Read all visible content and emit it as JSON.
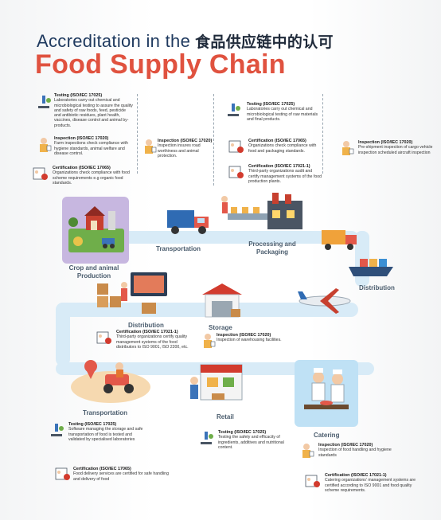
{
  "title": {
    "line1": "Accreditation in the",
    "chinese": "食品供应链中的认可",
    "line2": "Food Supply Chain"
  },
  "colors": {
    "accent_red": "#e0523f",
    "navy": "#1f3a5f",
    "road_blue": "#d8ebf7",
    "label_gray": "#4a5c6d"
  },
  "stages": {
    "crop": "Crop and animal Production",
    "transport1": "Transportation",
    "processing": "Processing and Packaging",
    "distribution1": "Distribution",
    "distribution2": "Distribution",
    "storage": "Storage",
    "transport2": "Transportation",
    "retail": "Retail",
    "catering": "Catering"
  },
  "info": {
    "crop_testing": {
      "title": "Testing (ISO/IEC 17025)",
      "text": "Laboratories carry out chemical and microbiological testing to assure the quality and safety of raw foods, feed, pesticide and antibiotic residues, plant health, vaccines, disease control and animal by-products.",
      "icon": "microscope-icon"
    },
    "crop_inspection": {
      "title": "Inspection (ISO/IEC 17020)",
      "text": "Farm inspections check compliance with hygiene standards, animal welfare and disease control.",
      "icon": "inspector-icon"
    },
    "crop_certification": {
      "title": "Certification (ISO/IEC 17065)",
      "text": "Organizations check compliance with food scheme requirements e.g organic food standards.",
      "icon": "certificate-icon"
    },
    "transport_inspection": {
      "title": "Inspection (ISO/IEC 17020)",
      "text": "Inspection insures road worthiness and animal protection.",
      "icon": "inspector-icon"
    },
    "proc_testing": {
      "title": "Testing (ISO/IEC 17025)",
      "text": "Laboratories carry out chemical and microbiological testing of raw materials and final products.",
      "icon": "microscope-icon"
    },
    "proc_cert_17065": {
      "title": "Certification (ISO/IEC 17065)",
      "text": "Organizations check compliance with food and packaging standards.",
      "icon": "certificate-icon"
    },
    "proc_cert_17021": {
      "title": "Certification (ISO/IEC 17021-1)",
      "text": "Third-party organizations audit and certify management systems of the food production plants.",
      "icon": "certificate-icon"
    },
    "dist_inspection": {
      "title": "Inspection (ISO/IEC 17020)",
      "text": "Pre-shipment inspection of cargo vehicle inspection scheduled aircraft inspection",
      "icon": "inspector-icon"
    },
    "distr_certification": {
      "title": "Certification (ISO/IEC 17021-1)",
      "text": "Third-party organizations certify quality management systems of the food distributors to ISO 9001, ISO 2200, etc.",
      "icon": "certificate-icon"
    },
    "storage_inspection": {
      "title": "Inspection (ISO/IEC 17020)",
      "text": "Inspection of warehousing facilities.",
      "icon": "inspector-icon"
    },
    "transport2_testing": {
      "title": "Testing (ISO/IEC 17025)",
      "text": "Software managing the storage and safe transportation of food is tested and validated by specialised laboratories",
      "icon": "microscope-icon"
    },
    "transport2_certification": {
      "title": "Certification (ISO/IEC 17065)",
      "text": "Food delivery services are certified for safe handling and delivery of food",
      "icon": "certificate-icon"
    },
    "retail_testing": {
      "title": "Testing (ISO/IEC 17025)",
      "text": "Testing the safety and efficacity of ingredients, additives and nutritional content.",
      "icon": "microscope-icon"
    },
    "catering_inspection": {
      "title": "Inspection (ISO/IEC 17020)",
      "text": "Inspection of food handling and hygiene standards",
      "icon": "inspector-icon"
    },
    "catering_certification": {
      "title": "Certification (ISO/IEC 17021-1)",
      "text": "Catering organizations' management systems are certified according to ISO 9001 and food quality scheme requirements.",
      "icon": "certificate-icon"
    }
  }
}
